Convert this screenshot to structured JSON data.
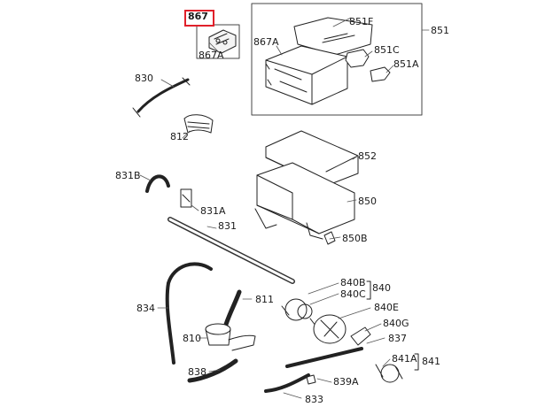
{
  "highlight": {
    "label": "867",
    "color": "#e0202a"
  },
  "labels": {
    "l867A": "867A",
    "l851": "851",
    "l851F": "851F",
    "l867A_b": "867A",
    "l851C": "851C",
    "l851A": "851A",
    "l830": "830",
    "l812": "812",
    "l852": "852",
    "l831B": "831B",
    "l850": "850",
    "l831A": "831A",
    "l831": "831",
    "l850B": "850B",
    "l840B": "840B",
    "l840C": "840C",
    "l840": "840",
    "l834": "834",
    "l811": "811",
    "l840E": "840E",
    "l840G": "840G",
    "l810": "810",
    "l837": "837",
    "l841A": "841A",
    "l841": "841",
    "l838": "838",
    "l839A": "839A",
    "l833": "833"
  }
}
